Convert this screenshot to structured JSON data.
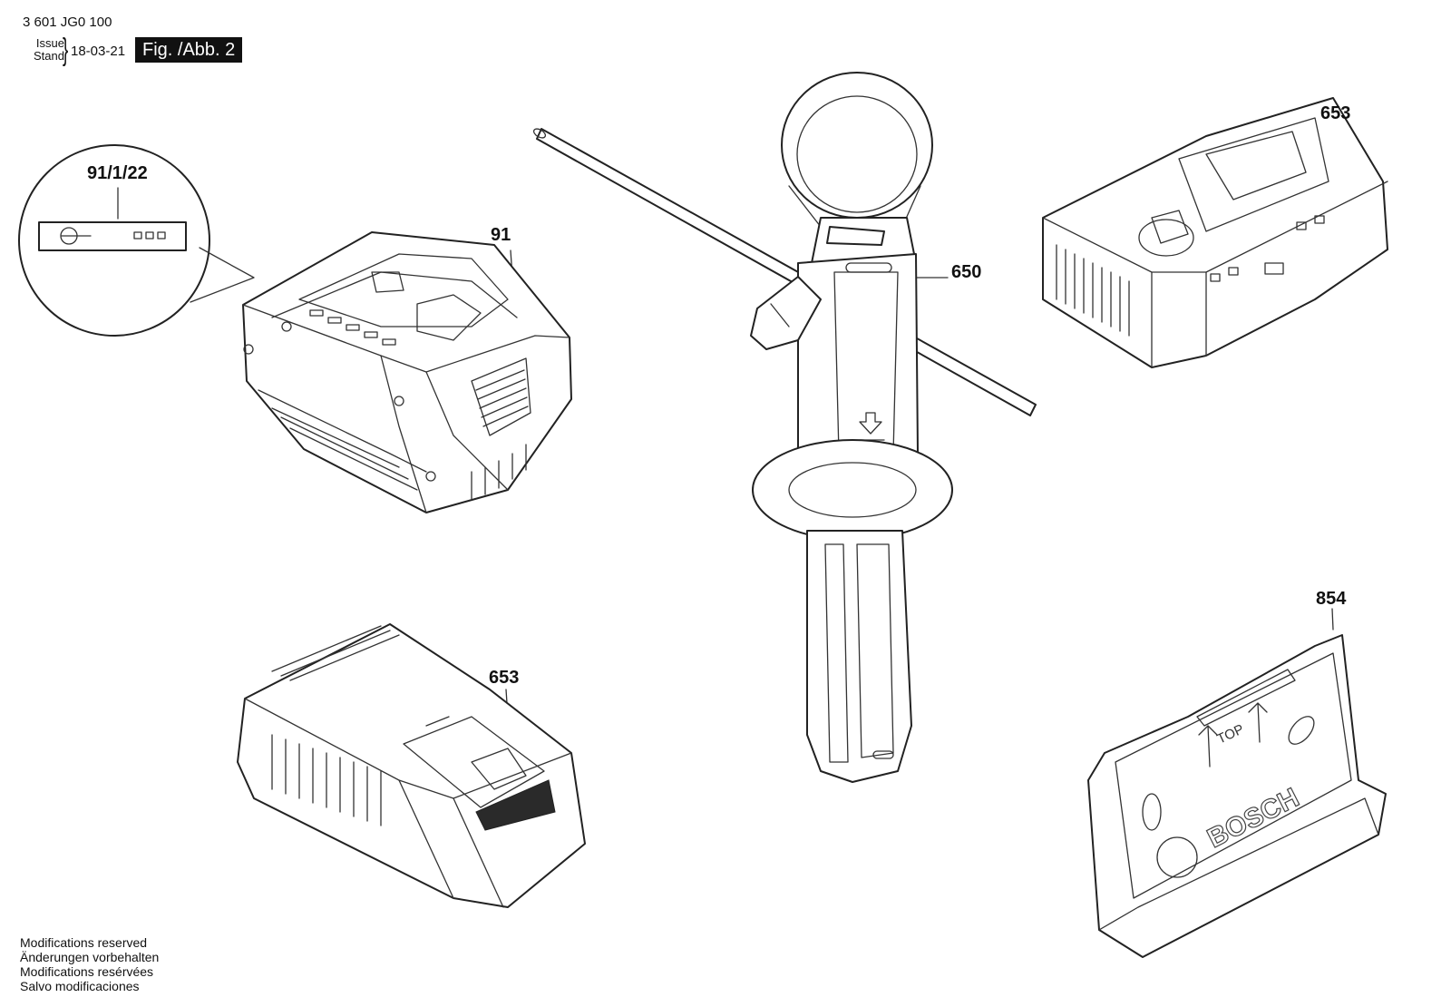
{
  "header": {
    "doc_number": "3 601 JG0 100",
    "issue_label": "Issue",
    "stand_label": "Stand",
    "date": "18-03-21",
    "figure_label": "Fig. /Abb. 2"
  },
  "parts": {
    "detail_label": "91/1/22",
    "battery": "91",
    "handle": "650",
    "charger_top": "653",
    "charger_bottom": "653",
    "holder": "854"
  },
  "holder_text": {
    "top": "TOP",
    "brand": "BOSCH"
  },
  "footer": {
    "lines": [
      "Modifications reserved",
      "Änderungen vorbehalten",
      "Modifications resérvées",
      "Salvo modificaciones"
    ]
  }
}
